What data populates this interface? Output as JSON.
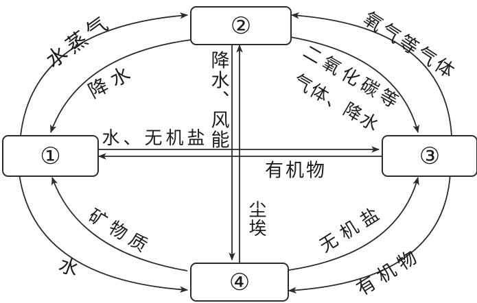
{
  "diagram": {
    "background_color": "#ffffff",
    "line_color": "#2b2b2b",
    "nodes": [
      {
        "id": "1",
        "label": "①",
        "position": "left"
      },
      {
        "id": "2",
        "label": "②",
        "position": "top"
      },
      {
        "id": "3",
        "label": "③",
        "position": "right"
      },
      {
        "id": "4",
        "label": "④",
        "position": "bottom"
      }
    ],
    "edges": [
      {
        "from": "①",
        "to": "②",
        "label": "水蒸气",
        "path": "outer-arc-top-left"
      },
      {
        "from": "②",
        "to": "①",
        "label": "降水",
        "path": "inner-arc-top-left"
      },
      {
        "from": "③",
        "to": "②",
        "label": "氧气等气体",
        "path": "outer-arc-top-right"
      },
      {
        "from": "②",
        "to": "③",
        "label": "二氧化碳等气体、降水",
        "label_line1": "二氧化碳等",
        "label_line2": "气体、降水",
        "path": "inner-arc-top-right"
      },
      {
        "from": "①",
        "to": "③",
        "label": "水、无机盐",
        "path": "horizontal-upper"
      },
      {
        "from": "③",
        "to": "①",
        "label": "有机物",
        "path": "horizontal-lower"
      },
      {
        "from": "②",
        "to": "④",
        "label": "降水、风能",
        "path": "vertical-left"
      },
      {
        "from": "④",
        "to": "②",
        "label": "尘埃",
        "path": "vertical-right"
      },
      {
        "from": "①",
        "to": "④",
        "label": "水",
        "path": "outer-arc-bottom-left"
      },
      {
        "from": "④",
        "to": "①",
        "label": "矿物质",
        "path": "inner-arc-bottom-left"
      },
      {
        "from": "③",
        "to": "④",
        "label": "有机物",
        "path": "outer-arc-bottom-right"
      },
      {
        "from": "④",
        "to": "③",
        "label": "无机盐",
        "path": "inner-arc-bottom-right"
      }
    ]
  }
}
